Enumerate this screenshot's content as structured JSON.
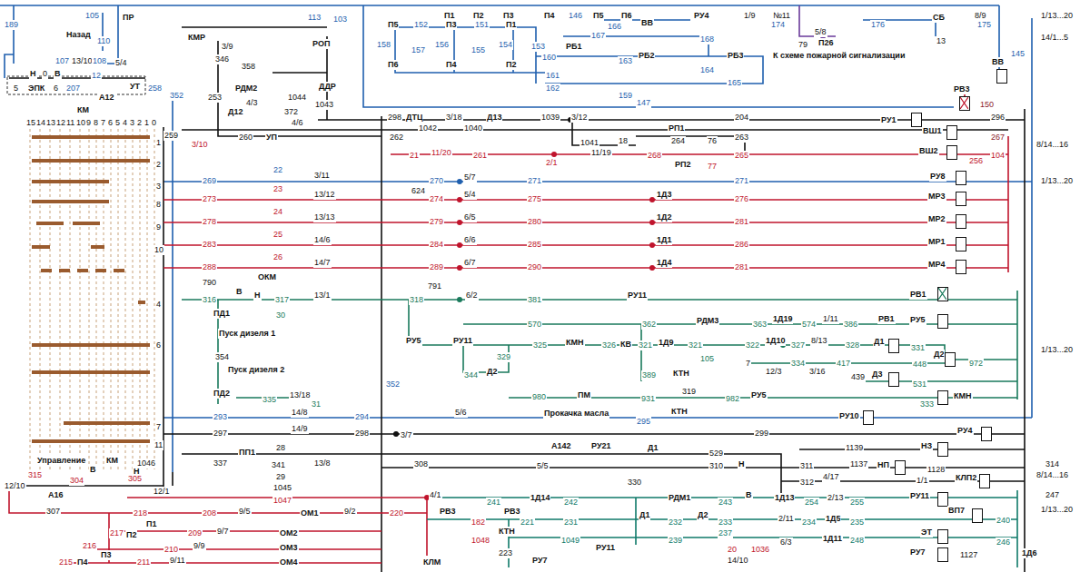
{
  "diagram": {
    "nodes": [
      {
        "text": [
          "РУ1"
        ]
      },
      {
        "text": [
          "ВШ1"
        ]
      },
      {
        "text": [
          "ВШ2"
        ]
      },
      {
        "text": [
          "РУ8"
        ]
      },
      {
        "text": [
          "МР3"
        ]
      },
      {
        "text": [
          "МР2"
        ]
      },
      {
        "text": [
          "МР1"
        ]
      },
      {
        "text": [
          "МР4"
        ]
      },
      {
        "text": [
          "РВ1"
        ]
      },
      {
        "text": [
          "РУ5"
        ]
      },
      {
        "text": [
          "Д1"
        ]
      },
      {
        "text": [
          "Д2"
        ]
      },
      {
        "text": [
          "Д3"
        ]
      },
      {
        "text": [
          "КМН"
        ]
      },
      {
        "text": [
          "РУ10"
        ]
      },
      {
        "text": [
          "РУ4"
        ]
      },
      {
        "text": [
          "НЗ"
        ]
      },
      {
        "text": [
          "НП"
        ]
      },
      {
        "text": [
          "КЛП2"
        ]
      },
      {
        "text": [
          "РУ11"
        ]
      },
      {
        "text": [
          "ВП7"
        ]
      },
      {
        "text": [
          "ЭТ"
        ]
      },
      {
        "text": [
          "РУ7"
        ]
      },
      {
        "text": [
          "РВ3"
        ]
      },
      {
        "text": [
          "ВВ"
        ]
      }
    ],
    "labels": [
      "189",
      "105",
      "Назад",
      "110",
      "ПР",
      "113",
      "РОП",
      "103",
      "П1",
      "П2",
      "П3",
      "П4",
      "146",
      "П5",
      "П6",
      "РУ4",
      "1/9",
      "№11",
      "СБ",
      "8/9",
      "1/13...20",
      "П5",
      "152",
      "П3",
      "151",
      "П1",
      "158",
      "157",
      "156",
      "155",
      "154",
      "153",
      "П6",
      "П4",
      "П2",
      "166",
      "ВВ",
      "167",
      "160",
      "РБ1",
      "163",
      "РБ2",
      "168",
      "164",
      "РБ3",
      "161",
      "162",
      "159",
      "165",
      "147",
      "174",
      "5/8",
      "176",
      "79",
      "П26",
      "К схеме пожарной сигнализации",
      "13",
      "175",
      "14/1...5",
      "145",
      "Н",
      "0",
      "В",
      "107",
      "13/10",
      "108",
      "5/4",
      "12",
      "5",
      "ЭПК",
      "6",
      "207",
      "А12",
      "УТ",
      "258",
      "КМ",
      "15",
      "14",
      "13",
      "12",
      "11",
      "10",
      "9",
      "8",
      "7",
      "6",
      "5",
      "4",
      "3",
      "2",
      "1",
      "0",
      "КМР",
      "3/9",
      "346",
      "358",
      "РДМ2",
      "253",
      "1044",
      "ДДР",
      "Д12",
      "4/3",
      "372",
      "1043",
      "4/6",
      "352",
      "259",
      "3/10",
      "260",
      "УП",
      "1",
      "2",
      "3",
      "8",
      "9",
      "10",
      "4",
      "6",
      "7",
      "11",
      "1046",
      "12/1",
      "298",
      "ДТЦ",
      "1042",
      "3/18",
      "1040",
      "Д13",
      "1039",
      "3/12",
      "204",
      "262",
      "263",
      "1041",
      "18",
      "11/19",
      "РП1",
      "264",
      "76",
      "150",
      "296",
      "267",
      "8/14...16",
      "21",
      "11/20",
      "261",
      "2/1",
      "268",
      "РП2",
      "77",
      "265",
      "256",
      "104",
      "269",
      "22",
      "3/11",
      "624",
      "270",
      "5/7",
      "271",
      "271",
      "1/13...20",
      "273",
      "23",
      "13/12",
      "274",
      "5/4",
      "275",
      "1Д3",
      "276",
      "278",
      "24",
      "13/13",
      "279",
      "6/5",
      "280",
      "1Д2",
      "281",
      "283",
      "25",
      "14/6",
      "284",
      "6/6",
      "285",
      "1Д1",
      "286",
      "288",
      "26",
      "14/7",
      "289",
      "6/7",
      "290",
      "1Д4",
      "281",
      "ОКМ",
      "790",
      "791",
      "В",
      "Н",
      "316",
      "ПД1",
      "317",
      "30",
      "13/1",
      "318",
      "6/2",
      "381",
      "РУ11",
      "Пуск дизеля 1",
      "570",
      "362",
      "РДМ3",
      "363",
      "1Д19",
      "574",
      "1/11",
      "386",
      "РВ1",
      "354",
      "РУ5",
      "РУ11",
      "325",
      "КМН",
      "326",
      "КВ",
      "321",
      "1Д9",
      "321",
      "105",
      "322",
      "1Д10",
      "327",
      "8/13",
      "328",
      "331",
      "1/13...20",
      "344",
      "Д2",
      "329",
      "389",
      "КТН",
      "7",
      "12/3",
      "334",
      "3/16",
      "417",
      "439",
      "448",
      "972",
      "Пуск дизеля 2",
      "319",
      "531",
      "ПД2",
      "335",
      "13/18",
      "31",
      "980",
      "ПМ",
      "931",
      "982",
      "РУ5",
      "333",
      "Прокачка масла",
      "КТН",
      "295",
      "293",
      "14/8",
      "294",
      "5/6",
      "352",
      "297",
      "14/9",
      "298",
      "3/7",
      "299",
      "1139",
      "337",
      "ПП1",
      "28",
      "А142",
      "РУ21",
      "Д1",
      "529",
      "341",
      "13/8",
      "29",
      "1045",
      "308",
      "5/5",
      "310",
      "Н",
      "311",
      "4/17",
      "1137",
      "314",
      "8/14...16",
      "Управление",
      "В",
      "КМ",
      "Н",
      "12/10",
      "315",
      "304",
      "305",
      "А16",
      "307",
      "330",
      "312",
      "В",
      "1/1",
      "1128",
      "247",
      "1/13...20",
      "1047",
      "4/1",
      "241",
      "1Д14",
      "242",
      "РДМ1",
      "243",
      "1Д13",
      "254",
      "2/13",
      "255",
      "218",
      "П1",
      "208",
      "9/5",
      "ОМ1",
      "9/2",
      "220",
      "РВ3",
      "182",
      "РВ3",
      "221",
      "231",
      "Д1",
      "232",
      "Д2",
      "233",
      "2/11",
      "234",
      "1Д5",
      "235",
      "240",
      "217",
      "П2",
      "209",
      "9/7",
      "ОМ2",
      "237",
      "1048",
      "КТН",
      "1049",
      "239",
      "1Д11",
      "248",
      "246",
      "216",
      "П3",
      "210",
      "9/9",
      "ОМ3",
      "223",
      "20",
      "1036",
      "6/3",
      "14/10",
      "215",
      "П4",
      "211",
      "9/11",
      "ОМ4",
      "КЛМ",
      "РУ7",
      "РУ11",
      "1Д6",
      "1127"
    ]
  }
}
